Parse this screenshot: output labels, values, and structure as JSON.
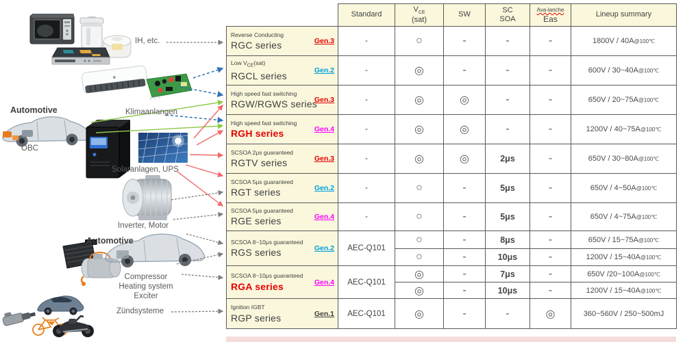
{
  "colors": {
    "cell_cream": "#faf7dc",
    "table_border": "#595959",
    "series_red": "#e60000",
    "gen2_blue": "#00a0dc",
    "gen4_magenta": "#ff00ff",
    "gen1_dark": "#404040",
    "scsoa_blue": "#0070c0",
    "scsoa_green": "#00b050",
    "scsoa_red": "#ff0000",
    "arrow_gray": "#7f7f7f",
    "arrow_blue": "#2e75b6",
    "arrow_green": "#8fc84a",
    "arrow_red": "#f06a6a"
  },
  "left_panel": {
    "labels": {
      "ih": "IH, etc.",
      "automotive_top": "Automotive",
      "obc": "OBC",
      "klima": "Klimaanlangen",
      "solar_ups": "Solaranlagen, UPS",
      "inverter_motor": "Inverter, Motor",
      "automotive_bottom": "Automotive",
      "compressor": "Compressor",
      "heating": "Heating system",
      "exciter": "Exciter",
      "zuend": "Zündsysteme"
    }
  },
  "table": {
    "header": {
      "standard": "Standard",
      "vce_pre": "V",
      "vce_sub": "CE",
      "vce_line2": "(sat)",
      "sw": "SW",
      "sc_line1": "SC",
      "sc_line2": "SOA",
      "avalanche_line1": "Ava-lanche",
      "avalanche_line2": "Eas",
      "lineup": "Lineup summary"
    },
    "rows": [
      {
        "desc_small": "Reverse Conducting",
        "desc_big": "RGC series",
        "gen": "Gen.3",
        "standard": "-",
        "vce": "○",
        "sw": "-",
        "scsoa": "-",
        "eas": "-",
        "lineup": "1800V / 40A",
        "lineup_suffix": "@100℃"
      },
      {
        "desc_small_pre": "Low V",
        "desc_small_sub": "CE",
        "desc_small_post": "(sat)",
        "desc_big": "RGCL series",
        "gen": "Gen.2",
        "standard": "-",
        "vce": "◎",
        "sw": "-",
        "scsoa": "-",
        "eas": "-",
        "lineup": "600V / 30~40A",
        "lineup_suffix": "@100℃"
      },
      {
        "desc_small": "High speed fast switching",
        "desc_big": "RGW/RGWS series",
        "gen": "Gen.3",
        "standard": "-",
        "vce": "◎",
        "sw": "◎",
        "scsoa": "-",
        "eas": "-",
        "lineup": "650V / 20~75A",
        "lineup_suffix": "@100℃"
      },
      {
        "desc_small": "High speed fast switching",
        "desc_big": "RGH series",
        "gen": "Gen.4",
        "standard": "-",
        "vce": "◎",
        "sw": "◎",
        "scsoa": "-",
        "eas": "-",
        "lineup": "1200V / 40~75A",
        "lineup_suffix": "@100℃"
      },
      {
        "desc_small": "SCSOA 2μs guaranteed",
        "desc_big": "RGTV series",
        "gen": "Gen.3",
        "standard": "-",
        "vce": "◎",
        "sw": "◎",
        "scsoa": "2μs",
        "eas": "-",
        "lineup": "650V / 30~80A",
        "lineup_suffix": "@100℃"
      },
      {
        "desc_small": "SCSOA 5μs guaranteed",
        "desc_big": "RGT series",
        "gen": "Gen.2",
        "standard": "-",
        "vce": "○",
        "sw": "-",
        "scsoa": "5μs",
        "eas": "-",
        "lineup": "650V / 4~50A",
        "lineup_suffix": "@100℃"
      },
      {
        "desc_small": "SCSOA 5μs guaranteed",
        "desc_big": "RGE series",
        "gen": "Gen.4",
        "standard": "-",
        "vce": "○",
        "sw": "-",
        "scsoa": "5μs",
        "eas": "-",
        "lineup": "650V / 4~75A",
        "lineup_suffix": "@100℃"
      },
      {
        "desc_small": "SCSOA 8~10μs guaranteed",
        "desc_big": "RGS series",
        "gen": "Gen.2",
        "standard": "AEC-Q101",
        "sub": [
          {
            "vce": "○",
            "sw": "-",
            "scsoa": "8μs",
            "eas": "-",
            "lineup": "650V / 15~75A",
            "lineup_suffix": "@100℃"
          },
          {
            "vce": "○",
            "sw": "-",
            "scsoa": "10μs",
            "eas": "-",
            "lineup": "1200V / 15~40A",
            "lineup_suffix": "@100℃"
          }
        ]
      },
      {
        "desc_small": "SCSOA 8~10μs guaranteed",
        "desc_big": "RGA series",
        "gen": "Gen.4",
        "standard": "AEC-Q101",
        "sub": [
          {
            "vce": "◎",
            "sw": "-",
            "scsoa": "7μs",
            "eas": "-",
            "lineup": "650V /20~100A",
            "lineup_suffix": "@100℃"
          },
          {
            "vce": "◎",
            "sw": "-",
            "scsoa": "10μs",
            "eas": "-",
            "lineup": "1200V / 15~40A",
            "lineup_suffix": "@100℃"
          }
        ]
      },
      {
        "desc_small": "Ignition IGBT",
        "desc_big": "RGP series",
        "gen": "Gen.1",
        "standard": "AEC-Q101",
        "vce": "◎",
        "sw": "-",
        "scsoa": "-",
        "eas": "◎",
        "lineup": "360~560V / 250~500mJ",
        "lineup_suffix": ""
      }
    ]
  }
}
